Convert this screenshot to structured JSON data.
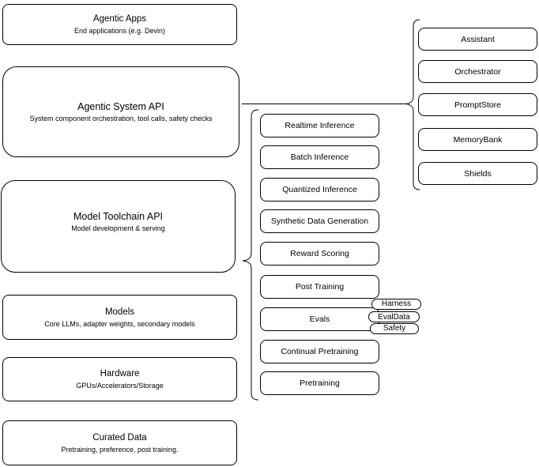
{
  "diagram": {
    "stack_layers": [
      {
        "title": "Agentic Apps",
        "subtitle": "End applications (e.g. Devin)"
      },
      {
        "title": "Agentic System API",
        "subtitle": "System component orchestration, tool calls, safety checks"
      },
      {
        "title": "Model Toolchain API",
        "subtitle": "Model development & serving"
      },
      {
        "title": "Models",
        "subtitle": "Core LLMs, adapter weights, secondary models"
      },
      {
        "title": "Hardware",
        "subtitle": "GPUs/Accelerators/Storage"
      },
      {
        "title": "Curated Data",
        "subtitle": "Pretraining, preference, post training."
      }
    ],
    "toolchain": {
      "items": [
        "Realtime Inference",
        "Batch Inference",
        "Quantized Inference",
        "Synthetic Data Generation",
        "Reward Scoring",
        "Post Training",
        "Evals",
        "Continual Pretraining",
        "Pretraining"
      ]
    },
    "eval_tags": [
      "Harness",
      "EvalData",
      "Safety"
    ],
    "system_components": [
      "Assistant",
      "Orchestrator",
      "PromptStore",
      "MemoryBank",
      "Shields"
    ],
    "colors": {
      "stroke": "#000000",
      "background": "#ffffff",
      "text": "#000000"
    }
  }
}
